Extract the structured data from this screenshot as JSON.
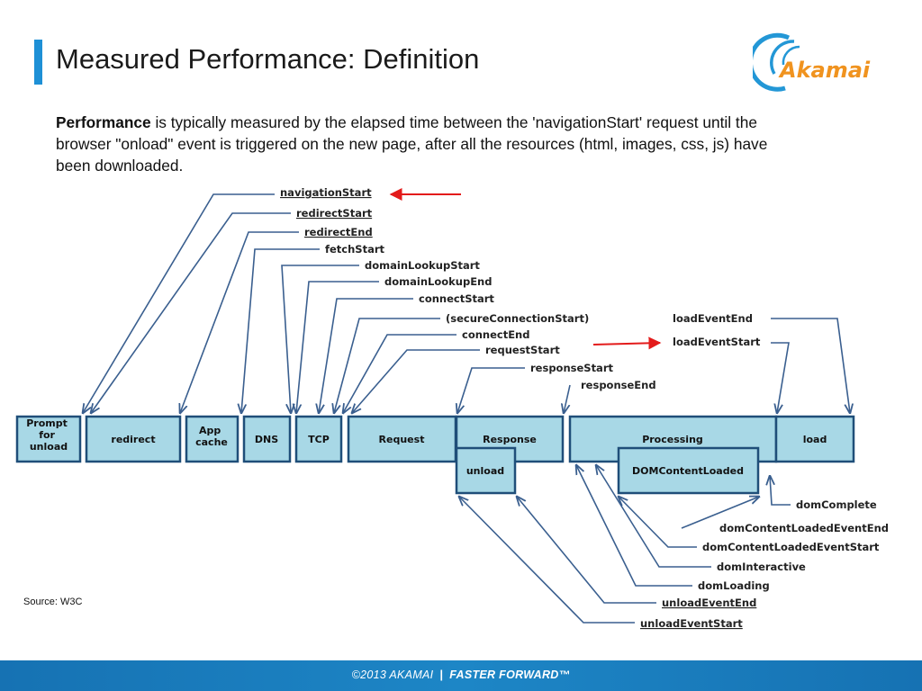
{
  "slide": {
    "title": "Measured Performance: Definition",
    "intro_bold": "Performance",
    "intro_rest": " is typically measured by the elapsed time between the 'navigationStart' request until the browser \"onload\" event is triggered on the new page, after all the resources (html, images, css, js) have been downloaded.",
    "source": "Source: W3C"
  },
  "logo": {
    "text": "Akamai"
  },
  "colors": {
    "accent": "#1e90d6",
    "box_fill": "#a8d8e6",
    "box_stroke": "#1f4e79",
    "arrow": "#3a5f8f",
    "red_arrow": "#e31b1b",
    "footer": "#1a7bbd"
  },
  "diagram": {
    "phases": [
      "Prompt\nfor\nunload",
      "redirect",
      "App\ncache",
      "DNS",
      "TCP",
      "Request",
      "Response",
      "Processing",
      "load",
      "unload",
      "DOMContentLoaded"
    ],
    "top_events": [
      "navigationStart",
      "redirectStart",
      "redirectEnd",
      "fetchStart",
      "domainLookupStart",
      "domainLookupEnd",
      "connectStart",
      "(secureConnectionStart)",
      "connectEnd",
      "requestStart",
      "responseStart",
      "responseEnd"
    ],
    "load_events": [
      "loadEventEnd",
      "loadEventStart"
    ],
    "bottom_events": [
      "domComplete",
      "domContentLoadedEventEnd",
      "domContentLoadedEventStart",
      "domInteractive",
      "domLoading",
      "unloadEventEnd",
      "unloadEventStart"
    ],
    "highlighted": [
      "navigationStart",
      "loadEventStart"
    ]
  },
  "footer": {
    "copyright": "©2013 AKAMAI",
    "separator": "|",
    "tagline": "FASTER FORWARD™"
  }
}
